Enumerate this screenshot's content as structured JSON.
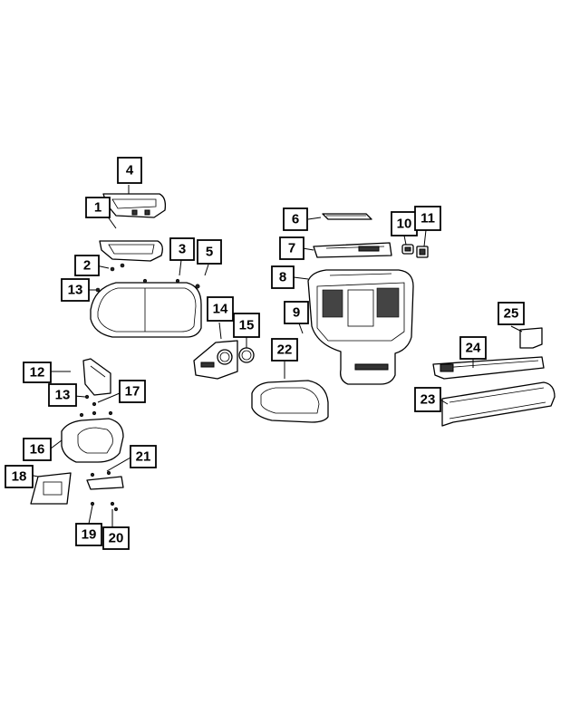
{
  "diagram": {
    "callouts": [
      "1",
      "2",
      "3",
      "4",
      "5",
      "6",
      "7",
      "8",
      "9",
      "10",
      "11",
      "12",
      "13",
      "13",
      "14",
      "15",
      "16",
      "17",
      "18",
      "19",
      "20",
      "21",
      "22",
      "23",
      "24",
      "25"
    ]
  }
}
